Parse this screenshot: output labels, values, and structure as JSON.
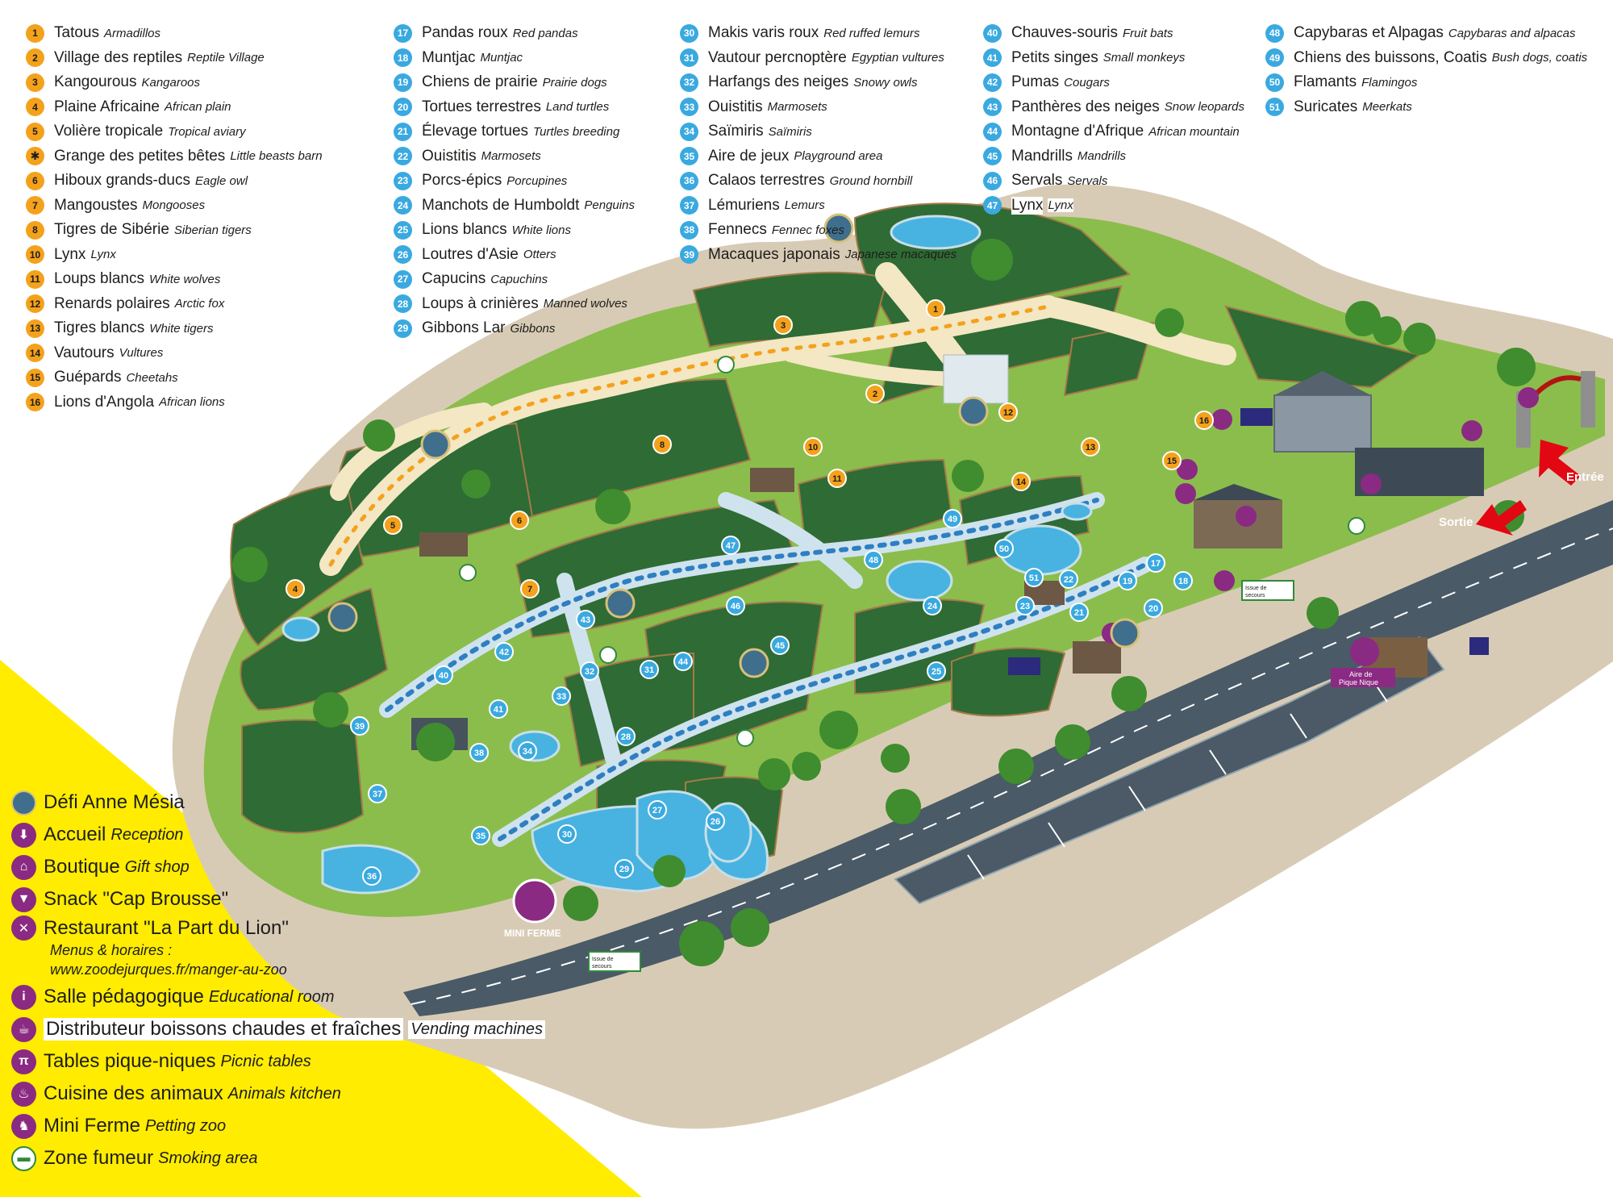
{
  "animals_orange": [
    {
      "num": "1",
      "fr": "Tatous",
      "en": "Armadillos"
    },
    {
      "num": "2",
      "fr": "Village des reptiles",
      "en": "Reptile Village"
    },
    {
      "num": "3",
      "fr": "Kangourous",
      "en": "Kangaroos"
    },
    {
      "num": "4",
      "fr": "Plaine Africaine",
      "en": "African plain"
    },
    {
      "num": "5",
      "fr": "Volière tropicale",
      "en": "Tropical aviary"
    },
    {
      "num": "",
      "icon": "bug-icon",
      "fr": "Grange des petites bêtes",
      "en": "Little beasts barn"
    },
    {
      "num": "6",
      "fr": "Hiboux grands-ducs",
      "en": "Eagle owl"
    },
    {
      "num": "7",
      "fr": "Mangoustes",
      "en": "Mongooses"
    },
    {
      "num": "8",
      "fr": "Tigres de Sibérie",
      "en": "Siberian tigers"
    },
    {
      "num": "10",
      "fr": "Lynx",
      "en": "Lynx"
    },
    {
      "num": "11",
      "fr": "Loups blancs",
      "en": "White wolves"
    },
    {
      "num": "12",
      "fr": "Renards polaires",
      "en": "Arctic fox"
    },
    {
      "num": "13",
      "fr": "Tigres blancs",
      "en": "White tigers"
    },
    {
      "num": "14",
      "fr": "Vautours",
      "en": "Vultures"
    },
    {
      "num": "15",
      "fr": "Guépards",
      "en": "Cheetahs"
    },
    {
      "num": "16",
      "fr": "Lions d'Angola",
      "en": "African lions"
    }
  ],
  "animals_blue_1": [
    {
      "num": "17",
      "fr": "Pandas roux",
      "en": "Red pandas"
    },
    {
      "num": "18",
      "fr": "Muntjac",
      "en": "Muntjac"
    },
    {
      "num": "19",
      "fr": "Chiens de prairie",
      "en": "Prairie dogs"
    },
    {
      "num": "20",
      "fr": "Tortues terrestres",
      "en": "Land turtles"
    },
    {
      "num": "21",
      "fr": "Élevage tortues",
      "en": "Turtles breeding"
    },
    {
      "num": "22",
      "fr": "Ouistitis",
      "en": "Marmosets"
    },
    {
      "num": "23",
      "fr": "Porcs-épics",
      "en": "Porcupines"
    },
    {
      "num": "24",
      "fr": "Manchots de Humboldt",
      "en": "Penguins"
    },
    {
      "num": "25",
      "fr": "Lions blancs",
      "en": "White lions"
    },
    {
      "num": "26",
      "fr": "Loutres d'Asie",
      "en": "Otters"
    },
    {
      "num": "27",
      "fr": "Capucins",
      "en": "Capuchins"
    },
    {
      "num": "28",
      "fr": "Loups à crinières",
      "en": "Manned wolves"
    },
    {
      "num": "29",
      "fr": "Gibbons Lar",
      "en": "Gibbons"
    }
  ],
  "animals_blue_2": [
    {
      "num": "30",
      "fr": "Makis varis roux",
      "en": "Red ruffed lemurs"
    },
    {
      "num": "31",
      "fr": "Vautour percnoptère",
      "en": "Egyptian vultures"
    },
    {
      "num": "32",
      "fr": "Harfangs des neiges",
      "en": "Snowy owls"
    },
    {
      "num": "33",
      "fr": "Ouistitis",
      "en": "Marmosets"
    },
    {
      "num": "34",
      "fr": "Saïmiris",
      "en": "Saïmiris"
    },
    {
      "num": "35",
      "fr": "Aire de jeux",
      "en": "Playground area"
    },
    {
      "num": "36",
      "fr": "Calaos terrestres",
      "en": "Ground hornbill"
    },
    {
      "num": "37",
      "fr": "Lémuriens",
      "en": "Lemurs"
    },
    {
      "num": "38",
      "fr": "Fennecs",
      "en": "Fennec foxes"
    },
    {
      "num": "39",
      "fr": "Macaques japonais",
      "en": "Japanese macaques"
    }
  ],
  "animals_blue_3": [
    {
      "num": "40",
      "fr": "Chauves-souris",
      "en": "Fruit bats"
    },
    {
      "num": "41",
      "fr": "Petits singes",
      "en": "Small monkeys"
    },
    {
      "num": "42",
      "fr": "Pumas",
      "en": "Cougars"
    },
    {
      "num": "43",
      "fr": "Panthères des neiges",
      "en": "Snow leopards"
    },
    {
      "num": "44",
      "fr": "Montagne d'Afrique",
      "en": "African mountain"
    },
    {
      "num": "45",
      "fr": "Mandrills",
      "en": "Mandrills"
    },
    {
      "num": "46",
      "fr": "Servals",
      "en": "Servals"
    },
    {
      "num": "47",
      "fr": "Lynx",
      "en": "Lynx"
    }
  ],
  "animals_blue_4": [
    {
      "num": "48",
      "fr": "Capybaras et Alpagas",
      "en": "Capybaras and alpacas"
    },
    {
      "num": "49",
      "fr": "Chiens des buissons, Coatis",
      "en": "Bush dogs, coatis"
    },
    {
      "num": "50",
      "fr": "Flamants",
      "en": "Flamingos"
    },
    {
      "num": "51",
      "fr": "Suricates",
      "en": "Meerkats"
    }
  ],
  "services": [
    {
      "icon": "avatar-icon",
      "glyph": "",
      "fr": "Défi Anne Mésia",
      "en": ""
    },
    {
      "icon": "reception-icon",
      "glyph": "⬇",
      "fr": "Accueil",
      "en": "Reception"
    },
    {
      "icon": "gift-icon",
      "glyph": "⌂",
      "fr": "Boutique",
      "en": "Gift shop"
    },
    {
      "icon": "ice-cream-icon",
      "glyph": "▼",
      "fr": "Snack \"Cap Brousse\"",
      "en": ""
    },
    {
      "icon": "cutlery-icon",
      "glyph": "✕",
      "fr": "Restaurant \"La Part du Lion\"",
      "en": "",
      "sub1": "Menus & horaires :",
      "sub2": "www.zoodejurques.fr/manger-au-zoo"
    },
    {
      "icon": "info-icon",
      "glyph": "i",
      "fr": "Salle pédagogique",
      "en": "Educational room"
    },
    {
      "icon": "coffee-icon",
      "glyph": "☕",
      "fr": "Distributeur boissons chaudes et fraîches",
      "en": "Vending machines"
    },
    {
      "icon": "picnic-icon",
      "glyph": "π",
      "fr": "Tables pique-niques",
      "en": "Picnic tables"
    },
    {
      "icon": "kitchen-icon",
      "glyph": "♨",
      "fr": "Cuisine des animaux",
      "en": "Animals kitchen"
    },
    {
      "icon": "goat-icon",
      "glyph": "♞",
      "fr": "Mini Ferme",
      "en": "Petting zoo"
    },
    {
      "icon": "smoking-icon",
      "glyph": "▬",
      "fr": "Zone fumeur",
      "en": "Smoking area"
    }
  ],
  "map_labels": {
    "entree": "Entrée",
    "sortie": "Sortie",
    "mini_ferme": "MINI FERME",
    "issue1": "Issue de",
    "issue2": "secours",
    "aire1": "Aire de",
    "aire2": "Pique Nique"
  },
  "colors": {
    "orange_badge": "#f4a11c",
    "blue_badge": "#3aa9e0",
    "service_purple": "#8b2a82",
    "yellow_corner": "#ffec00",
    "grass_dark": "#2f6b34",
    "grass_light": "#8bbd4c",
    "path": "#f3e7c4",
    "water": "#48b3e0",
    "road": "#4a5a66",
    "ground_outline": "#d8cbb5"
  }
}
